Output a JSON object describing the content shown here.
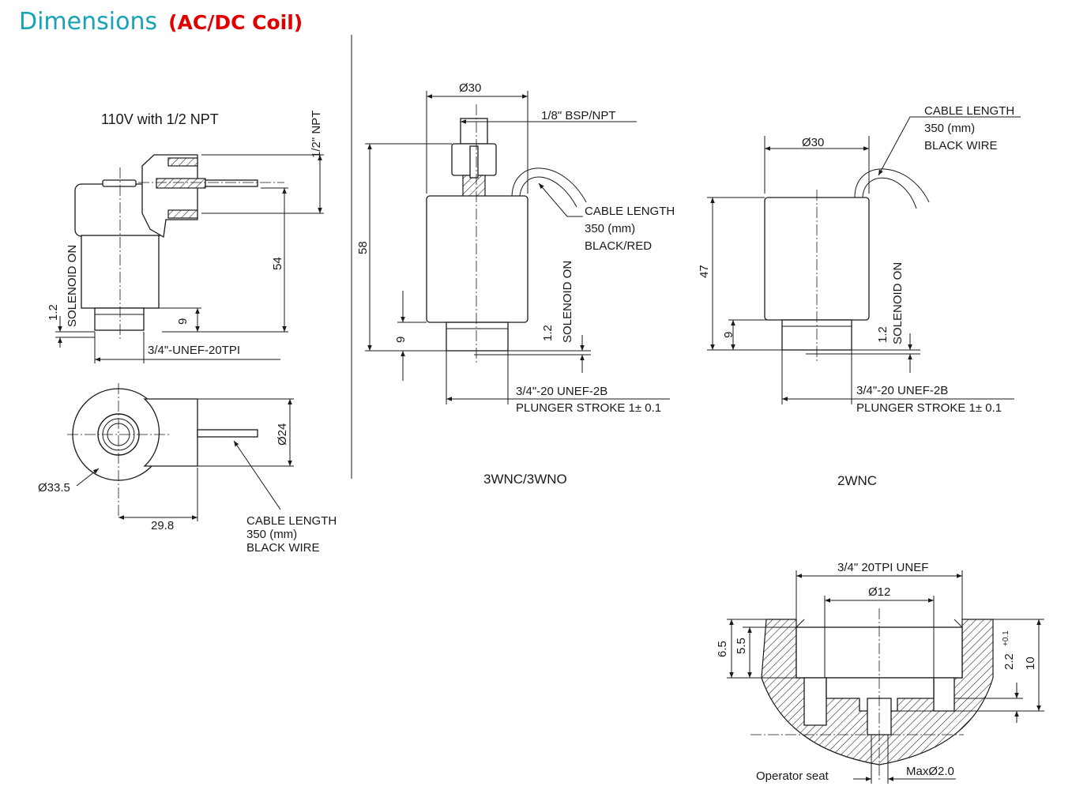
{
  "heading": {
    "title": "Dimensions",
    "subtitle": "(AC/DC Coil)"
  },
  "view_110v": {
    "title": "110V with 1/2 NPT",
    "port_label": "1/2\" NPT",
    "height": "54",
    "dim_9": "9",
    "dim_1_2": "1.2",
    "solenoid_on": "SOLENOID ON",
    "thread": "3/4\"-UNEF-20TPI",
    "top_diameter": "Ø33.5",
    "side_diameter": "Ø24",
    "width": "29.8",
    "cable": [
      "CABLE LENGTH",
      "350 (mm)",
      "BLACK WIRE"
    ]
  },
  "view_3wnc": {
    "name": "3WNC/3WNO",
    "diameter": "Ø30",
    "port": "1/8\" BSP/NPT",
    "height": "58",
    "dim_9": "9",
    "dim_1_2": "1.2",
    "solenoid_on": "SOLENOID ON",
    "cable": [
      "CABLE LENGTH",
      "350 (mm)",
      "BLACK/RED"
    ],
    "thread": "3/4\"-20 UNEF-2B",
    "stroke": "PLUNGER STROKE 1± 0.1"
  },
  "view_2wnc": {
    "name": "2WNC",
    "diameter": "Ø30",
    "height": "47",
    "dim_9": "9",
    "dim_1_2": "1.2",
    "solenoid_on": "SOLENOID ON",
    "cable": [
      "CABLE LENGTH",
      "350 (mm)",
      "BLACK WIRE"
    ],
    "thread": "3/4\"-20 UNEF-2B",
    "stroke": "PLUNGER STROKE 1± 0.1"
  },
  "seat_section": {
    "thread": "3/4\" 20TPI UNEF",
    "bore": "Ø12",
    "dim_6_5": "6.5",
    "dim_5_5": "5.5",
    "dim_2_2": "2.2",
    "tol": "+0.1",
    "dim_10": "10",
    "operator_seat": "Operator seat",
    "max_dia": "MaxØ2.0"
  }
}
